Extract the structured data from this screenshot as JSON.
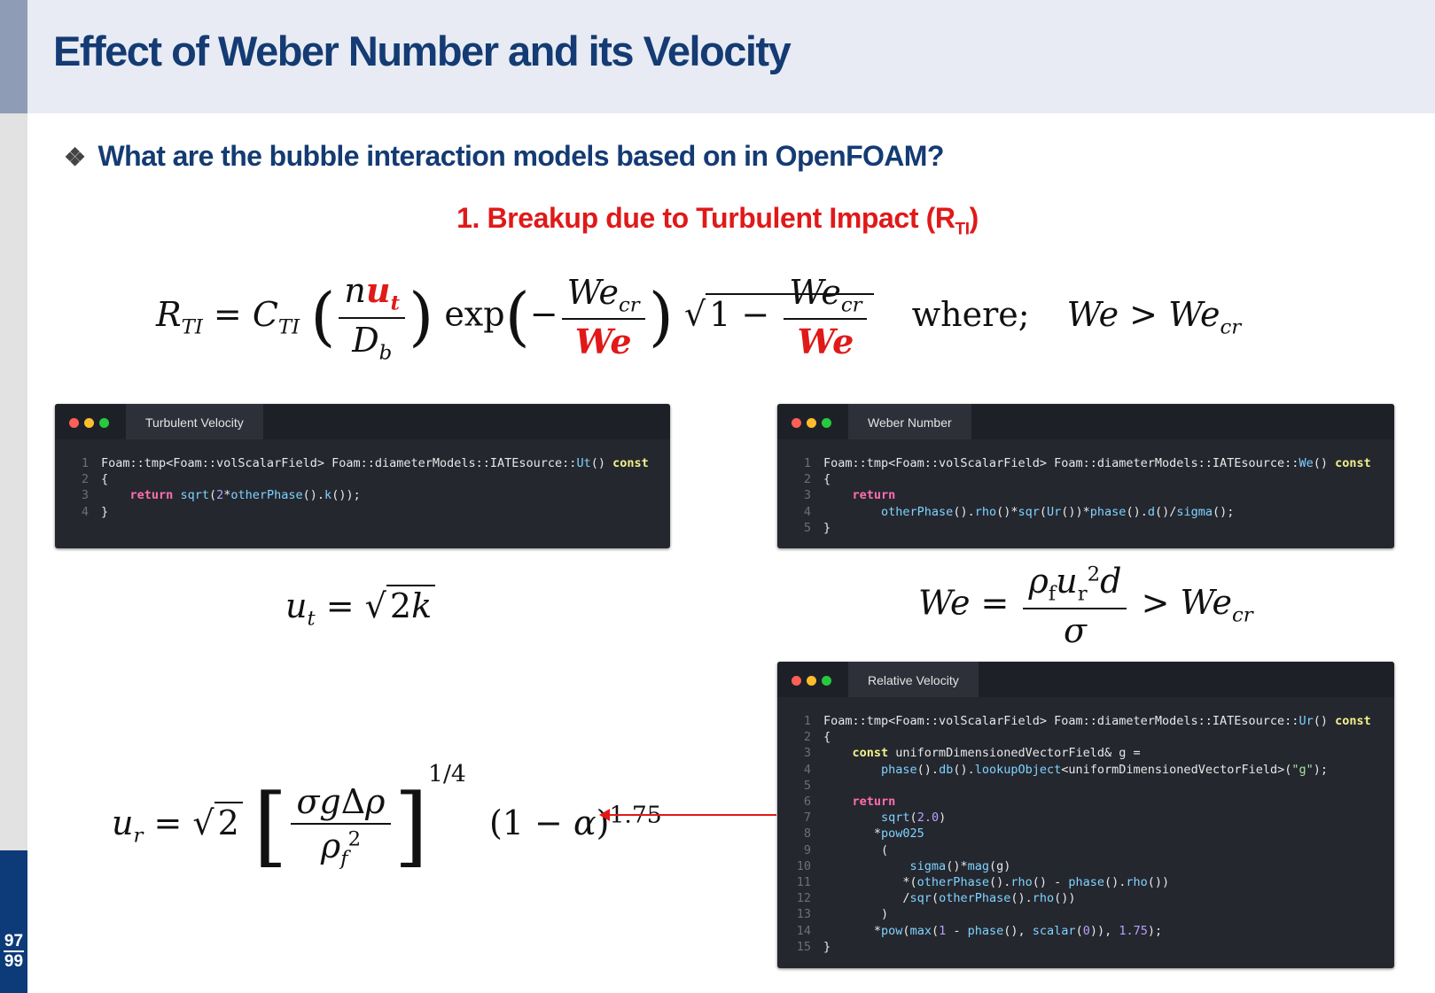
{
  "slide": {
    "title": "Effect of Weber Number and its Velocity",
    "bullet": "What are the bubble interaction models based on in OpenFOAM?",
    "subtitle_text": "1. Breakup due to Turbulent Impact (R",
    "subtitle_sub": "TI",
    "subtitle_close": ")",
    "page_current": "97",
    "page_total": "99"
  },
  "equations": {
    "rti": {
      "where": "where;"
    },
    "ut": "u_t = √(2k)",
    "we": "We = ρ_f u_r² d / σ > We_cr",
    "ur": "u_r = √2 [σgΔρ/ρ_f²]^(1/4) (1 − α)^1.75"
  },
  "code_windows": [
    {
      "tab": "Turbulent Velocity"
    },
    {
      "tab": "Weber Number"
    },
    {
      "tab": "Relative Velocity"
    }
  ],
  "colors": {
    "title": "#143b73",
    "accent_red": "#e01919",
    "code_bg": "#25272f",
    "sidebar_dark": "#0d3a78"
  }
}
